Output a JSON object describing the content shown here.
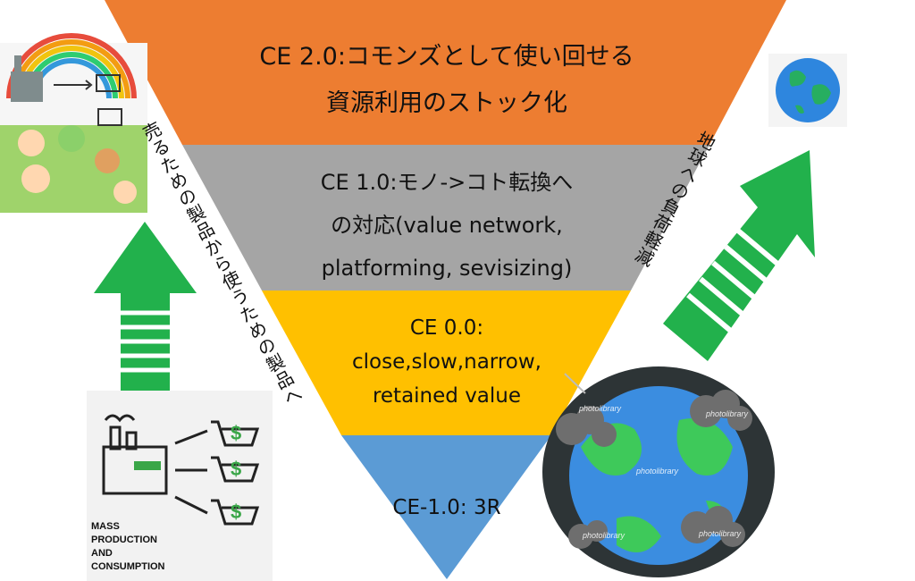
{
  "colors": {
    "ce2": "#ED7D31",
    "ce1": "#A5A5A5",
    "ce0": "#FFC000",
    "ce_minus1": "#5B9BD5",
    "arrow_green": "#22B14C"
  },
  "pyramid": {
    "ce2": {
      "lines": [
        "CE 2.0:コモンズとして使い回せる",
        "資源利用のストック化"
      ]
    },
    "ce1": {
      "lines": [
        "CE 1.0:モノ->コト転換へ",
        "の対応(value network,",
        "platforming, sevisizing)"
      ]
    },
    "ce0": {
      "lines": [
        "CE 0.0:",
        "close,slow,narrow,",
        "retained value"
      ]
    },
    "ce_minus1": {
      "lines": [
        "CE-1.0: 3R"
      ]
    }
  },
  "left_label": "売るための製品から使うための製品へ",
  "right_label": "地球への負荷軽減",
  "mass_production": {
    "lines": [
      "MASS",
      "PRODUCTION",
      "AND",
      "CONSUMPTION"
    ]
  },
  "icons": {
    "top_left": "children-factory-illustration-icon",
    "bottom_left": "factory-shopping-cart-icon",
    "top_right": "globe-icon",
    "bottom_right": "polluted-earth-icon",
    "arrows": "green-striped-arrow-icon"
  },
  "watermark": "photolibrary"
}
